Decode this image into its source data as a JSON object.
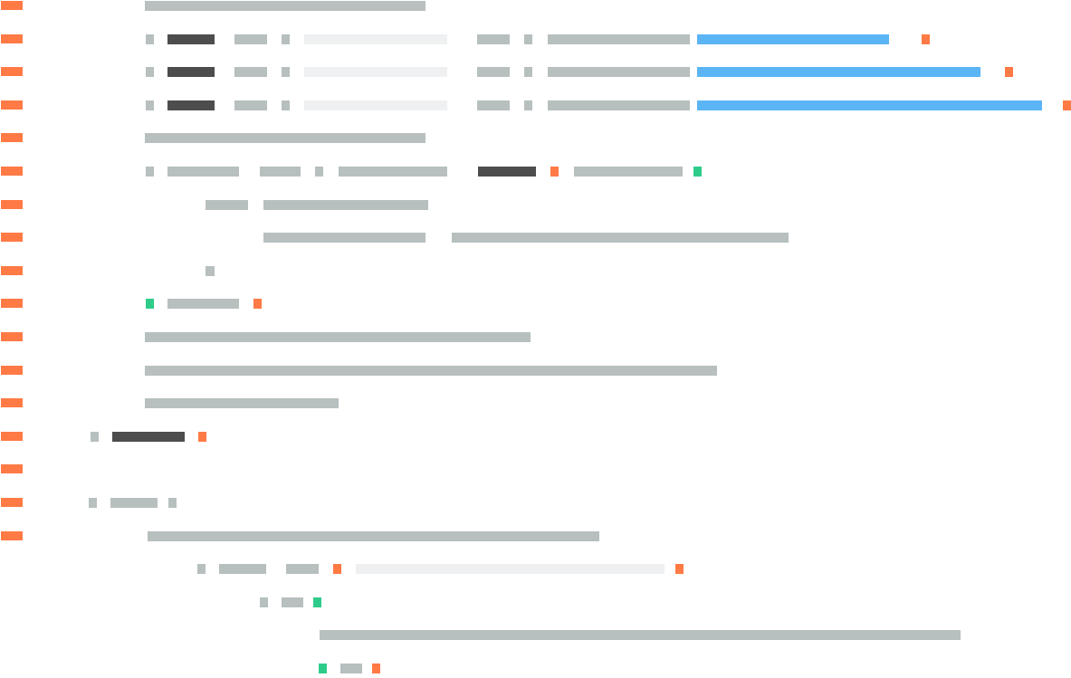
{
  "palette": {
    "marker": "#ff7a45",
    "text": "#b7bfbf",
    "keyword": "#4d4d4d",
    "string": "#eef0f1",
    "link": "#5bb5f5",
    "accent_orange": "#ff7a45",
    "accent_green": "#2ecc8a"
  },
  "line_markers": 17,
  "lines": [
    {
      "tokens": [
        "text"
      ]
    },
    {
      "tokens": [
        "text",
        "keyword",
        "text",
        "text",
        "string",
        "text",
        "text",
        "text",
        "link",
        "accent_orange"
      ]
    },
    {
      "tokens": [
        "text",
        "keyword",
        "text",
        "text",
        "string",
        "text",
        "text",
        "text",
        "link",
        "accent_orange"
      ]
    },
    {
      "tokens": [
        "text",
        "keyword",
        "text",
        "text",
        "string",
        "text",
        "text",
        "text",
        "link",
        "accent_orange"
      ]
    },
    {
      "tokens": [
        "text"
      ]
    },
    {
      "tokens": [
        "text",
        "text",
        "text",
        "text",
        "text",
        "keyword",
        "accent_orange",
        "text",
        "accent_green"
      ]
    },
    {
      "tokens": [
        "text",
        "text"
      ]
    },
    {
      "tokens": [
        "text",
        "text"
      ]
    },
    {
      "tokens": [
        "text"
      ]
    },
    {
      "tokens": [
        "accent_green",
        "text",
        "accent_orange"
      ]
    },
    {
      "tokens": [
        "text"
      ]
    },
    {
      "tokens": [
        "text"
      ]
    },
    {
      "tokens": [
        "text"
      ]
    },
    {
      "tokens": [
        "text",
        "keyword",
        "accent_orange"
      ]
    },
    {
      "tokens": []
    },
    {
      "tokens": [
        "text",
        "text",
        "text"
      ]
    },
    {
      "tokens": [
        "text"
      ]
    },
    {
      "tokens": [
        "text",
        "text",
        "text",
        "accent_orange",
        "string",
        "accent_orange"
      ]
    },
    {
      "tokens": [
        "text",
        "text",
        "accent_green"
      ]
    },
    {
      "tokens": [
        "text"
      ]
    },
    {
      "tokens": [
        "accent_green",
        "text",
        "accent_orange"
      ]
    }
  ]
}
